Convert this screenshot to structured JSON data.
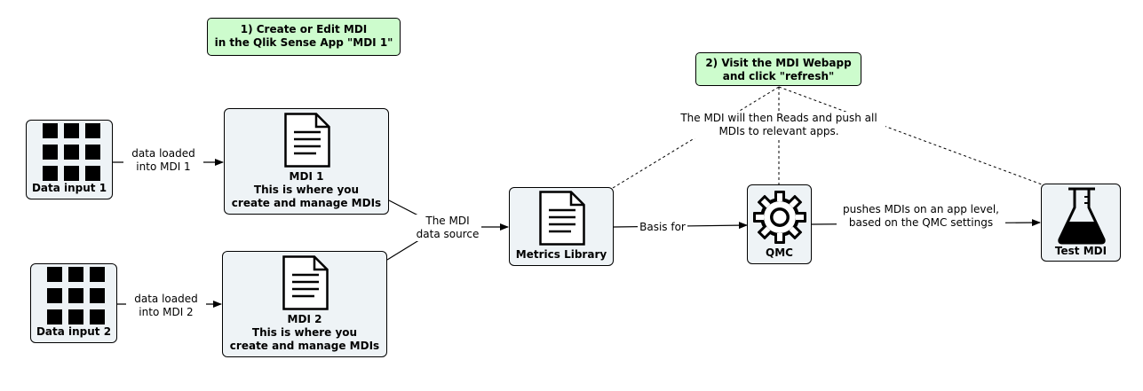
{
  "notes": {
    "step1": "1) Create or Edit MDI\nin the Qlik Sense App \"MDI 1\"",
    "step2": "2) Visit the MDI Webapp\nand click \"refresh\""
  },
  "nodes": {
    "data_input_1": "Data input 1",
    "data_input_2": "Data input 2",
    "mdi1_title": "MDI 1",
    "mdi1_sub": "This is where you\ncreate and manage MDIs",
    "mdi2_title": "MDI 2",
    "mdi2_sub": "This is where you\ncreate and manage MDIs",
    "metrics_library": "Metrics Library",
    "qmc": "QMC",
    "test_mdi": "Test MDI"
  },
  "edges": {
    "loaded1": "data loaded\ninto MDI 1",
    "loaded2": "data loaded\ninto MDI 2",
    "data_source": "The MDI\ndata source",
    "basis_for": "Basis for",
    "pushes": "pushes MDIs on an app level,\nbased on the QMC settings",
    "reads_push": "The MDI will then Reads and push all\nMDIs to relevant apps."
  },
  "icons": {
    "data_input": "grid-icon",
    "mdi": "document-icon",
    "metrics_library": "document-icon",
    "qmc": "gear-icon",
    "test_mdi": "flask-icon"
  },
  "colors": {
    "node_fill": "#eef3f6",
    "note_fill": "#cdfccd",
    "stroke": "#000000"
  }
}
